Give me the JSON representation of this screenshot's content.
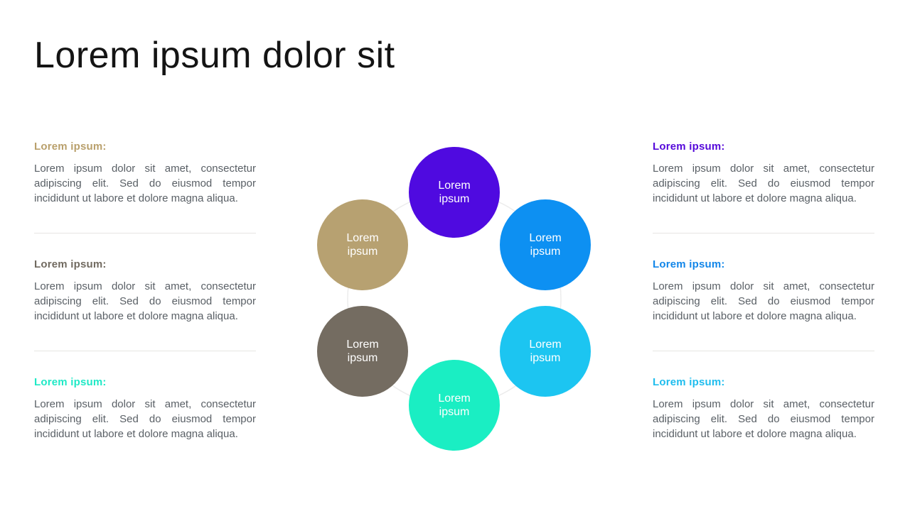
{
  "slide": {
    "title": "Lorem ipsum dolor sit",
    "background_color": "#ffffff",
    "title_color": "#141414",
    "body_text_color": "#5a6066",
    "divider_color": "#e7e5e2",
    "ring_color": "#ececec"
  },
  "left_column": {
    "blocks": [
      {
        "heading": "Lorem ipsum:",
        "heading_color": "#b9a06c",
        "body": "Lorem ipsum dolor sit amet, consectetur adipiscing elit. Sed do eiusmod tempor incididunt ut labore et dolore magna aliqua."
      },
      {
        "heading": "Lorem ipsum:",
        "heading_color": "#716a60",
        "body": "Lorem ipsum dolor sit amet, consectetur adipiscing elit. Sed do eiusmod tempor incididunt ut labore et dolore magna aliqua."
      },
      {
        "heading": "Lorem ipsum:",
        "heading_color": "#1fe9c6",
        "body": "Lorem ipsum dolor sit amet, consectetur adipiscing elit. Sed do eiusmod tempor incididunt ut labore et dolore magna aliqua."
      }
    ]
  },
  "right_column": {
    "blocks": [
      {
        "heading": "Lorem ipsum:",
        "heading_color": "#5509da",
        "body": "Lorem ipsum dolor sit amet, consectetur adipiscing elit. Sed do eiusmod tempor incididunt ut labore et dolore magna aliqua."
      },
      {
        "heading": "Lorem ipsum:",
        "heading_color": "#1286e9",
        "body": "Lorem ipsum dolor sit amet, consectetur adipiscing elit. Sed do eiusmod tempor incididunt ut labore et dolore magna aliqua."
      },
      {
        "heading": "Lorem ipsum:",
        "heading_color": "#1fbdee",
        "body": "Lorem ipsum dolor sit amet, consectetur adipiscing elit. Sed do eiusmod tempor incididunt ut labore et dolore magna aliqua."
      }
    ]
  },
  "diagram": {
    "nodes": [
      {
        "position": "top",
        "label": "Lorem ipsum",
        "color": "#4f0ae0",
        "text_color": "#ffffff"
      },
      {
        "position": "upper-left",
        "label": "Lorem ipsum",
        "color": "#b7a171",
        "text_color": "#ffffff"
      },
      {
        "position": "upper-right",
        "label": "Lorem ipsum",
        "color": "#0d90f2",
        "text_color": "#ffffff"
      },
      {
        "position": "lower-left",
        "label": "Lorem ipsum",
        "color": "#746c61",
        "text_color": "#ffffff"
      },
      {
        "position": "lower-right",
        "label": "Lorem ipsum",
        "color": "#1cc5f1",
        "text_color": "#ffffff"
      },
      {
        "position": "bottom",
        "label": "Lorem ipsum",
        "color": "#1aeec3",
        "text_color": "#ffffff"
      }
    ]
  }
}
